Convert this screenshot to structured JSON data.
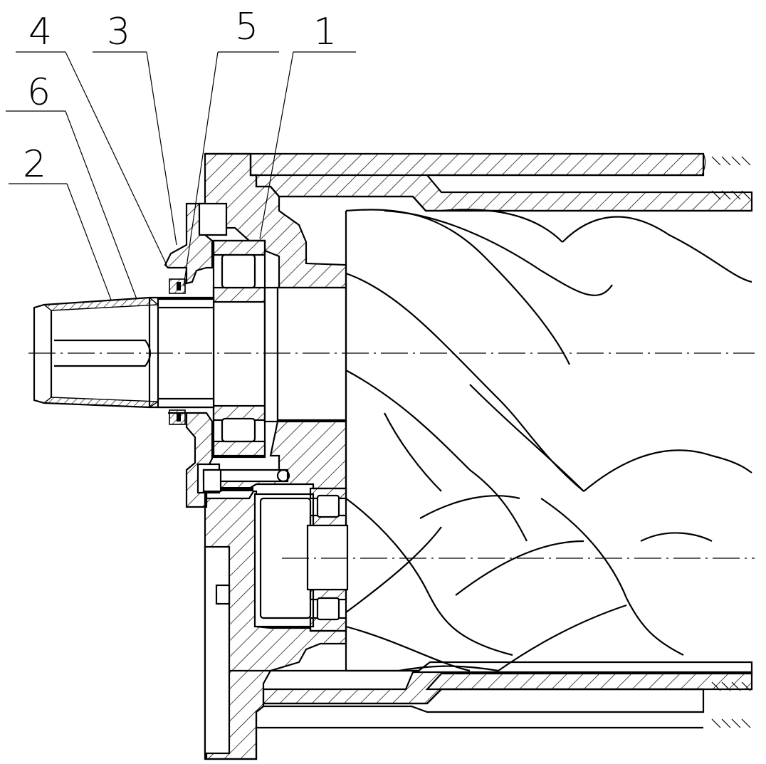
{
  "figure": {
    "callouts": [
      {
        "id": "4",
        "label": "4"
      },
      {
        "id": "3",
        "label": "3"
      },
      {
        "id": "5",
        "label": "5"
      },
      {
        "id": "1",
        "label": "1"
      },
      {
        "id": "6",
        "label": "6"
      },
      {
        "id": "2",
        "label": "2"
      }
    ],
    "colors": {
      "line": "#000000",
      "background": "#ffffff"
    }
  }
}
